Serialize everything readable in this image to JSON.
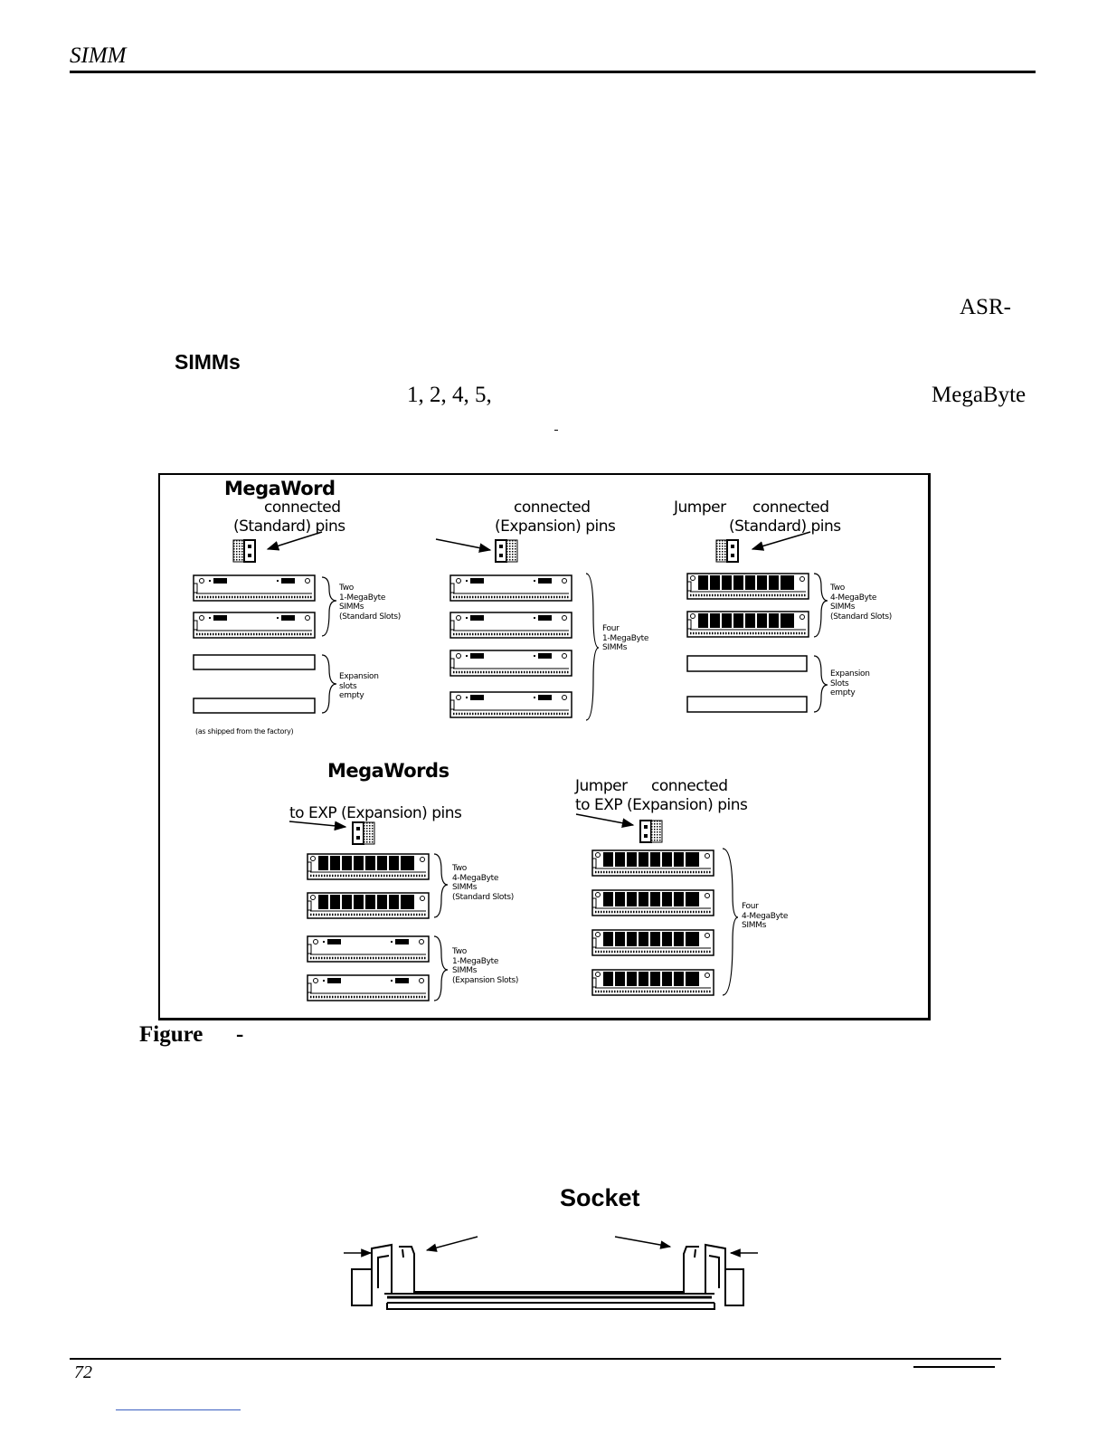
{
  "header": {
    "section": "SIMM"
  },
  "body_fragments": {
    "asr": "ASR-",
    "simms": "SIMMs",
    "slots": "1, 2, 4, 5,",
    "megabyte": "MegaByte"
  },
  "figure": {
    "top_left": {
      "title": "MegaWord",
      "line1": "connected",
      "line2": "(Standard) pins",
      "label_simms": "Two\n1-MegaByte\nSIMMs\n(Standard Slots)",
      "label_empty": "Expansion\nslots\nempty",
      "footnote": "(as shipped from the factory)"
    },
    "top_middle": {
      "line1": "connected",
      "line2": "(Expansion) pins",
      "label_simms": "Four\n1-MegaByte\nSIMMs"
    },
    "top_right": {
      "line1a": "Jumper",
      "line1b": "connected",
      "line2": "(Standard) pins",
      "label_simms": "Two\n4-MegaByte\nSIMMs\n(Standard Slots)",
      "label_empty": "Expansion\nSlots\nempty"
    },
    "bottom_left": {
      "title": "MegaWords",
      "line1": "to EXP (Expansion) pins",
      "label_a": "Two\n4-MegaByte\nSIMMs\n(Standard Slots)",
      "label_b": "Two\n1-MegaByte\nSIMMs\n(Expansion Slots)"
    },
    "bottom_right": {
      "line1a": "Jumper",
      "line1b": "connected",
      "line2": "to EXP (Expansion) pins",
      "label_simms": "Four\n4-MegaByte\nSIMMs"
    },
    "caption_word": "Figure",
    "caption_dash": "-"
  },
  "socket": {
    "title": "Socket"
  },
  "footer": {
    "page_number": "72"
  }
}
